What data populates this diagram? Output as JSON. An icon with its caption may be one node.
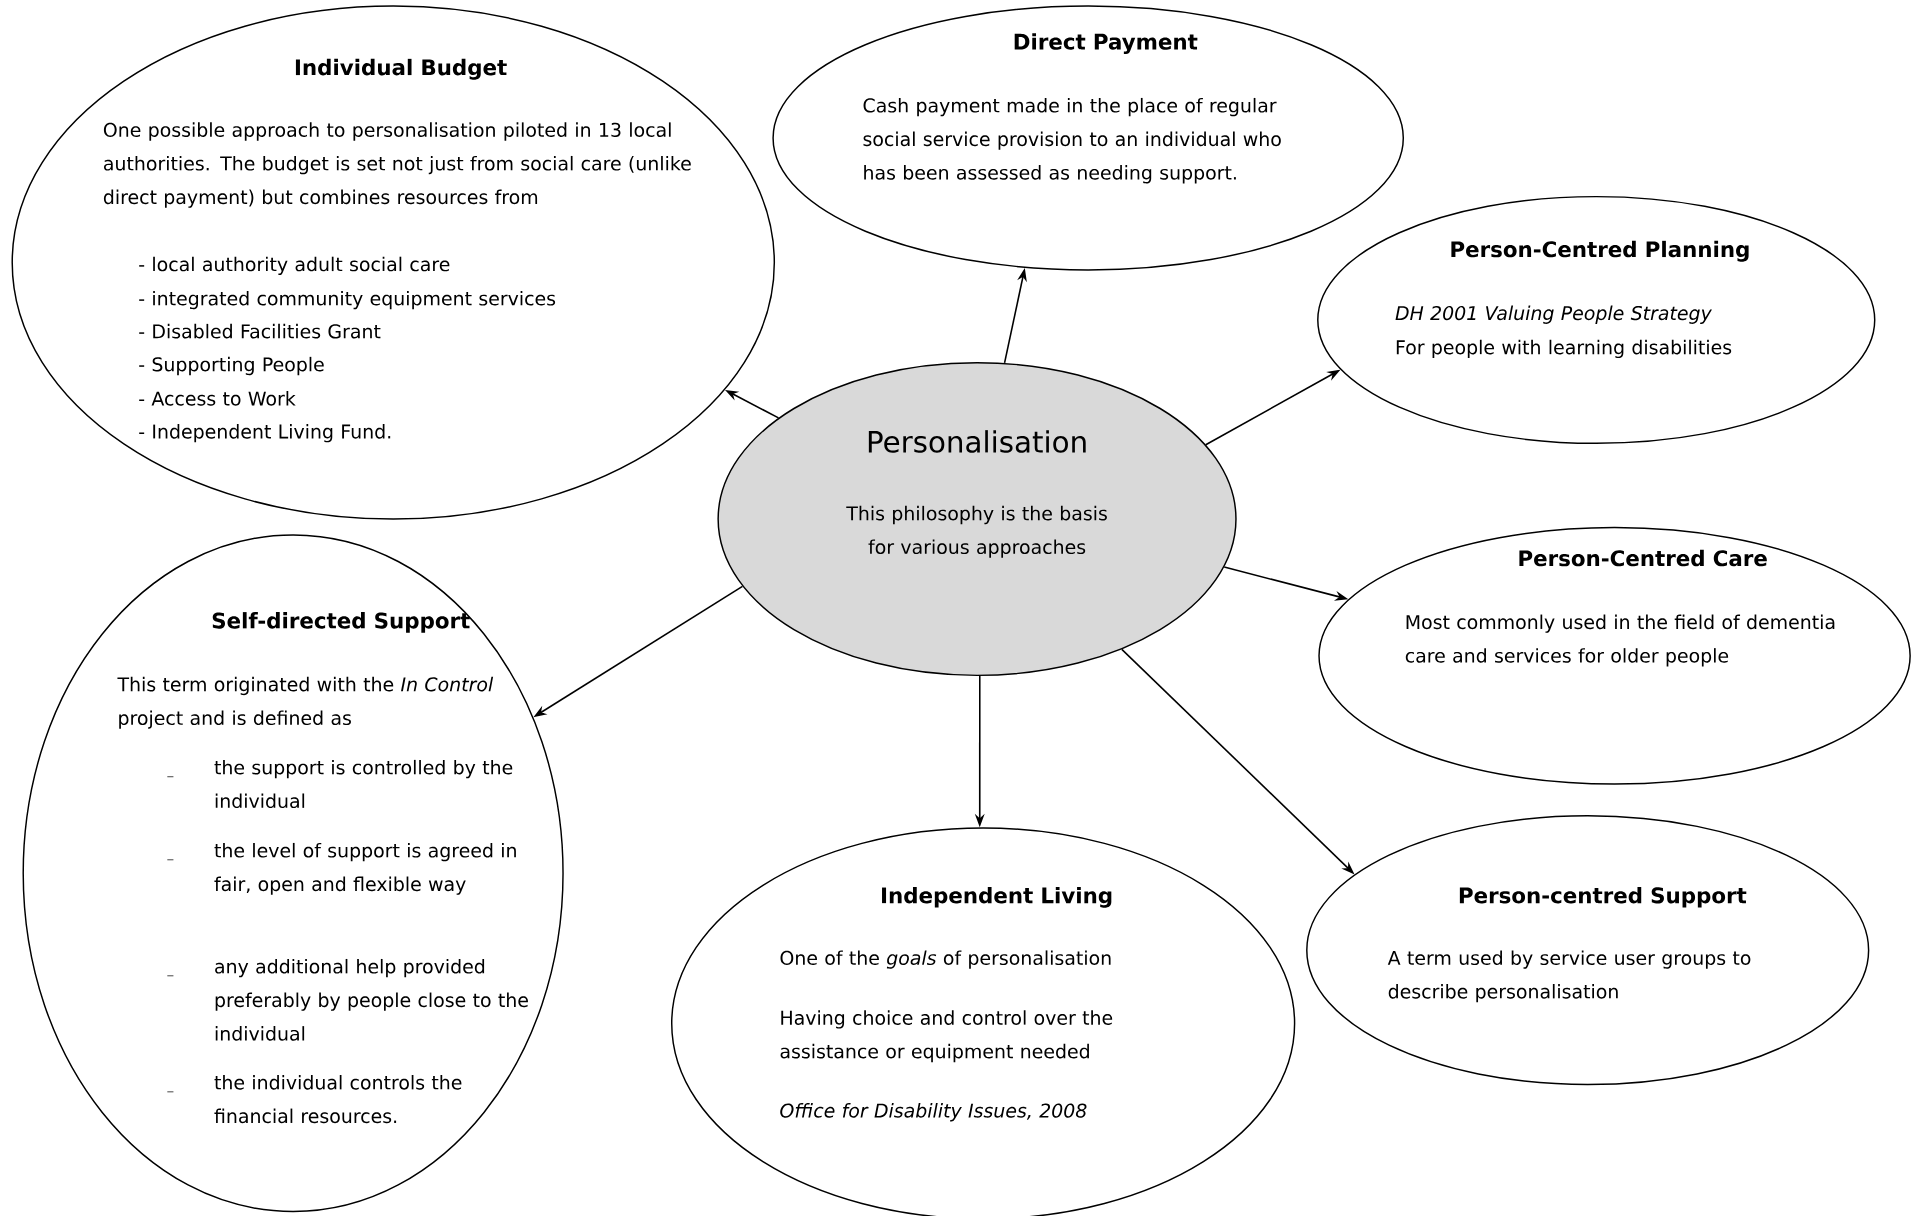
{
  "diagram": {
    "nodes": [
      {
        "text": [
          "Personalisation",
          "This philosophy is the basis for various approaches"
        ]
      },
      {
        "text": [
          "Individual Budget",
          "One possible approach to personalisation piloted in 13 local authorities. The budget is set not just from social care (unlike direct payment) but combines resources from",
          "- local authority adult social care",
          "- integrated community equipment services",
          "- Disabled Facilities Grant",
          "- Supporting People",
          "- Access to Work",
          "- Independent Living Fund."
        ]
      },
      {
        "text": [
          "Direct Payment",
          "Cash payment made in the place of regular social service provision to an individual who has been assessed as needing support."
        ]
      },
      {
        "text": [
          "Person-Centred Planning",
          "DH 2001 Valuing People Strategy",
          "For people with learning disabilities"
        ]
      },
      {
        "text": [
          "Person-Centred Care",
          "Most commonly used in the field of dementia care and services for older people"
        ]
      },
      {
        "text": [
          "Self-directed Support",
          "This term originated with the *In Control* project and is defined as",
          "the support is controlled by the individual",
          "the level of support is agreed in fair, open and flexible way",
          "any additional help provided preferably by people close to the individual",
          "the individual controls the financial resources."
        ]
      },
      {
        "text": [
          "Independent Living",
          "One of the *goals* of personalisation",
          "Having choice and control over the assistance or equipment needed",
          "Office for Disability Issues, 2008"
        ]
      },
      {
        "text": [
          "Person-centred Support",
          "A term used by service user groups to describe personalisation"
        ]
      }
    ],
    "edges": [
      {
        "from": 0,
        "to": 1,
        "arrow": "to"
      },
      {
        "from": 0,
        "to": 2,
        "arrow": "to"
      },
      {
        "from": 0,
        "to": 3,
        "arrow": "to"
      },
      {
        "from": 0,
        "to": 4,
        "arrow": "to"
      },
      {
        "from": 0,
        "to": 5,
        "arrow": "to"
      },
      {
        "from": 0,
        "to": 6,
        "arrow": "to"
      },
      {
        "from": 0,
        "to": 7,
        "arrow": "to"
      }
    ]
  }
}
